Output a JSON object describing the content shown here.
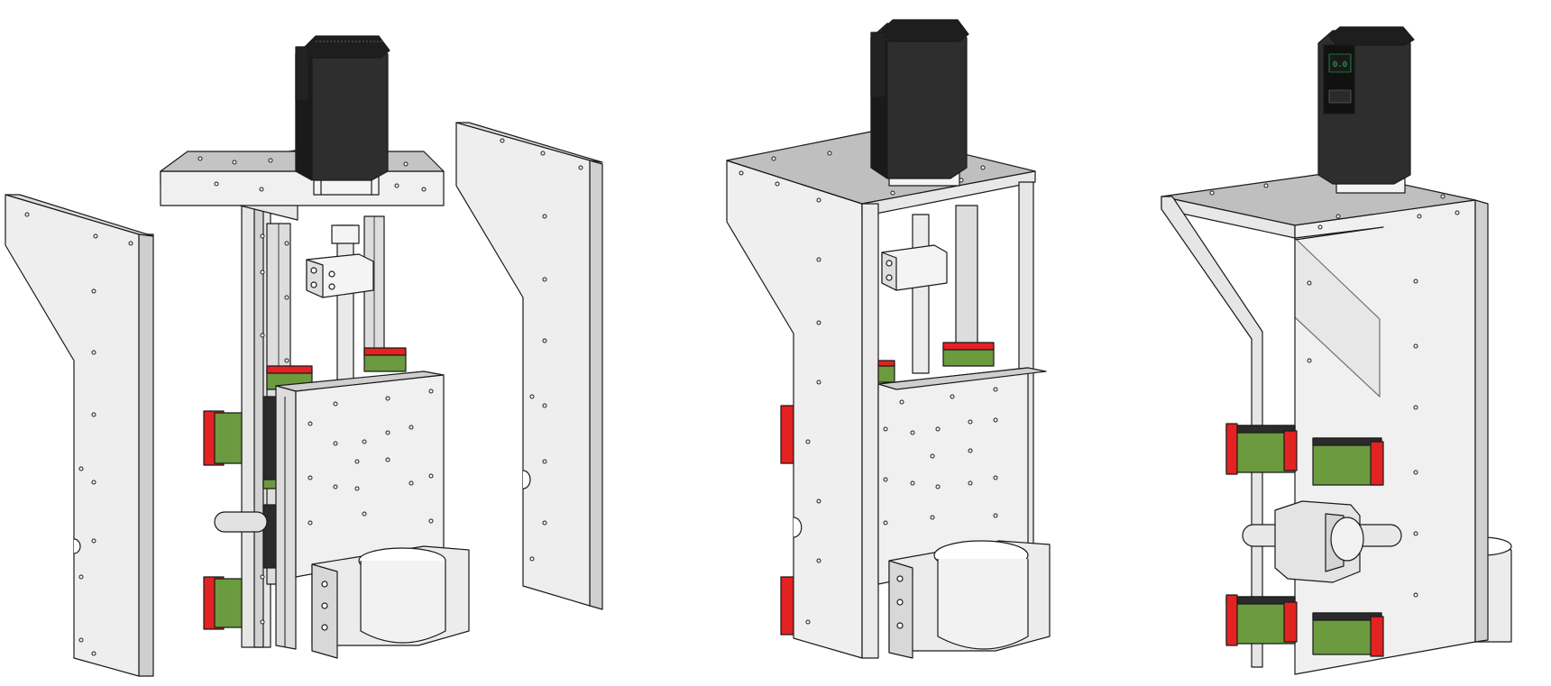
{
  "image": {
    "background": "#ffffff",
    "views": [
      "exploded-view",
      "assembled-view",
      "rear-view"
    ]
  },
  "colors": {
    "plate": "#eeeeee",
    "plate_shade": "#d4d4d4",
    "plate_dark": "#bcbcbc",
    "outline": "#1a1a1a",
    "motor": "#303030",
    "motor_dark": "#1c1c1c",
    "rail_green": "#6b9b3e",
    "rail_red": "#e32222",
    "hole": "#ffffff"
  },
  "motor_display": {
    "readout": "0.0",
    "color": "#29c46a"
  }
}
